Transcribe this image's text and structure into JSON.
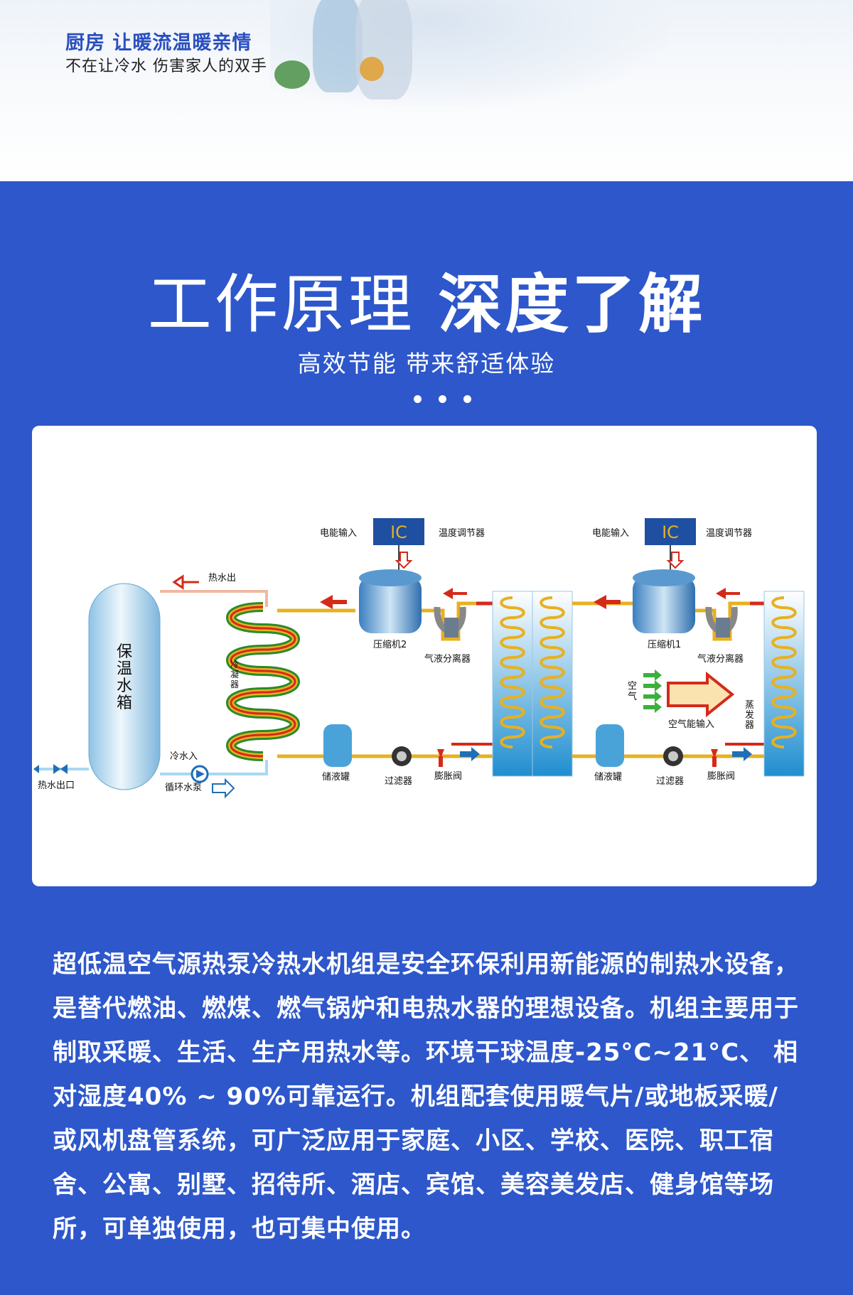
{
  "banner": {
    "title": "厨房 让暖流温暖亲情",
    "subtitle": "不在让冷水 伤害家人的双手"
  },
  "section": {
    "title_light": "工作原理",
    "title_bold": "深度了解",
    "subtitle": "高效节能 带来舒适体验"
  },
  "diagram": {
    "tank_label": "保温水箱",
    "hot_water_out": "热水出",
    "hot_water_outlet": "热水出口",
    "cold_water_in": "冷水入",
    "circulation_pump": "循环水泵",
    "condenser": "冷凝器",
    "units": [
      {
        "power_input": "电能输入",
        "ic": "IC",
        "temp_controller": "温度调节器",
        "compressor": "压缩机2",
        "separator": "气液分离器",
        "receiver": "储液罐",
        "filter": "过滤器",
        "expansion_valve": "膨胀阀"
      },
      {
        "power_input": "电能输入",
        "ic": "IC",
        "temp_controller": "温度调节器",
        "compressor": "压缩机1",
        "separator": "气液分离器",
        "receiver": "储液罐",
        "filter": "过滤器",
        "expansion_valve": "膨胀阀"
      }
    ],
    "air": "空气",
    "air_energy_input": "空气能输入",
    "evaporator": "蒸发器",
    "colors": {
      "refrigerant": "#e8b020",
      "hot": "#d42a1a",
      "water_line": "#f0c0a8",
      "cold_line": "#a8d8f0"
    }
  },
  "description": "超低温空气源热泵冷热水机组是安全环保利用新能源的制热水设备，是替代燃油、燃煤、燃气锅炉和电热水器的理想设备。机组主要用于制取采暖、生活、生产用热水等。环境干球温度-25°C~21°C、 相对湿度40% ~ 90%可靠运行。机组配套使用暖气片/或地板采暖/或风机盘管系统，可广泛应用于家庭、小区、学校、医院、职工宿舍、公寓、别墅、招待所、酒店、宾馆、美容美发店、健身馆等场所，可单独使用，也可集中使用。"
}
